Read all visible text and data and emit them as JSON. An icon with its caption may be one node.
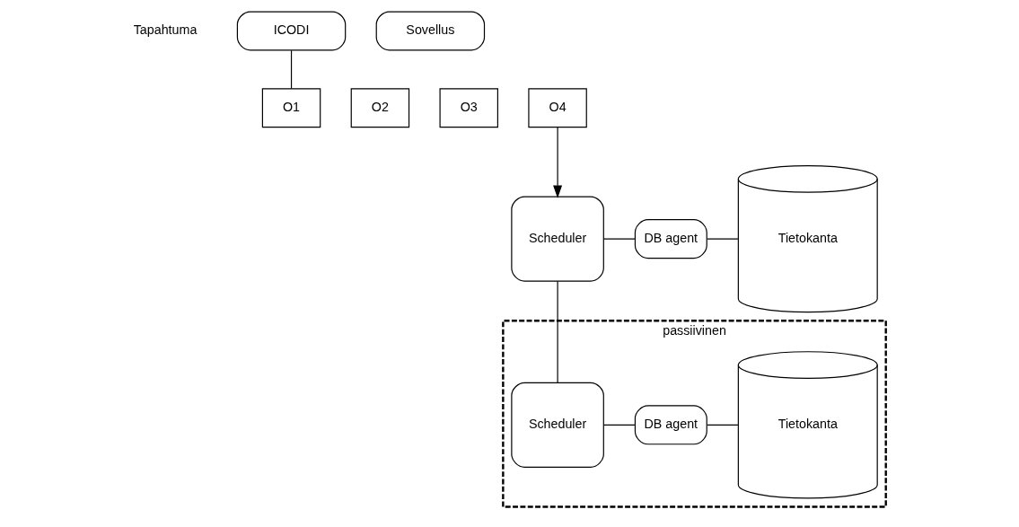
{
  "diagram": {
    "nodes": [
      {
        "text": [
          "Sovellus"
        ]
      },
      {
        "text": [
          "ICODI"
        ]
      },
      {
        "text": [
          "O1"
        ]
      },
      {
        "text": [
          "O2"
        ]
      },
      {
        "text": [
          "O3"
        ]
      },
      {
        "text": [
          "O4"
        ]
      },
      {
        "text": [
          "Scheduler"
        ]
      },
      {
        "text": [
          "DB agent"
        ]
      },
      {
        "text": [
          "Tietokanta"
        ]
      },
      {
        "text": [
          "passiivinen"
        ]
      },
      {
        "text": [
          "Scheduler"
        ],
        "in": 9
      },
      {
        "text": [
          "DB agent"
        ],
        "in": 9
      },
      {
        "text": [
          "Tietokanta"
        ],
        "in": 9
      }
    ],
    "edges": [
      {
        "from": 1,
        "to": 2,
        "arrow": "none"
      },
      {
        "from": 5,
        "to": 6,
        "arrow": "to"
      },
      {
        "from": 6,
        "to": 7,
        "arrow": "none"
      },
      {
        "from": 7,
        "to": 8,
        "arrow": "none"
      },
      {
        "from": 6,
        "to": 10,
        "arrow": "none"
      },
      {
        "from": 10,
        "to": 11,
        "arrow": "none"
      },
      {
        "from": 11,
        "to": 12,
        "arrow": "none"
      }
    ],
    "labels": [
      "Tapahtuma"
    ]
  }
}
